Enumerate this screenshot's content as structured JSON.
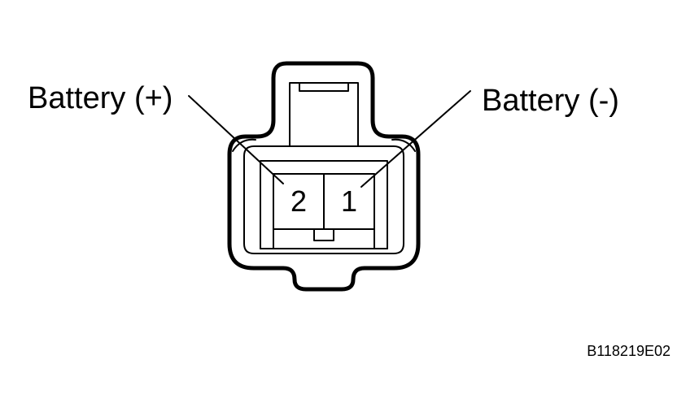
{
  "labels": {
    "battery_positive": "Battery (+)",
    "battery_negative": "Battery (-)"
  },
  "pins": {
    "pin2": "2",
    "pin1": "1"
  },
  "figure_code": "B118219E02",
  "colors": {
    "line": "#000000",
    "background": "#ffffff"
  }
}
